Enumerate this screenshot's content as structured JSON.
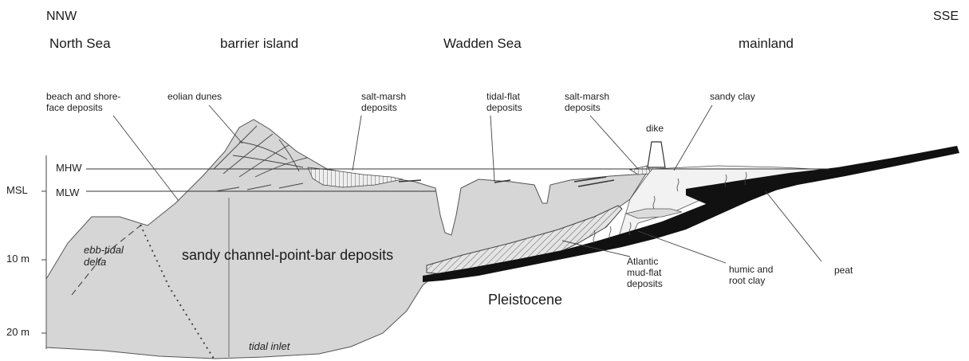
{
  "orientation": {
    "left": "NNW",
    "right": "SSE"
  },
  "regions": [
    "North Sea",
    "barrier island",
    "Wadden Sea",
    "mainland"
  ],
  "depth_axis": {
    "msl": "MSL",
    "d10": "10 m",
    "d20": "20 m"
  },
  "water_levels": {
    "mhw": "MHW",
    "mlw": "MLW"
  },
  "labels": {
    "beach": "beach and shore-\nface deposits",
    "eolian": "eolian dunes",
    "saltmarsh1": "salt-marsh\ndeposits",
    "tidalflat": "tidal-flat\ndeposits",
    "saltmarsh2": "salt-marsh\ndeposits",
    "sandyclay": "sandy clay",
    "dike": "dike",
    "ebb": "ebb-tidal\ndelta",
    "sandy_channel": "sandy channel-point-bar deposits",
    "pleistocene": "Pleistocene",
    "tidal_inlet": "tidal inlet",
    "atlantic": "Atlantic\nmud-flat\ndeposits",
    "humic": "humic and\nroot clay",
    "peat": "peat"
  },
  "colors": {
    "sediment": "#d6d6d6",
    "peat": "#111111",
    "line": "#333333"
  }
}
